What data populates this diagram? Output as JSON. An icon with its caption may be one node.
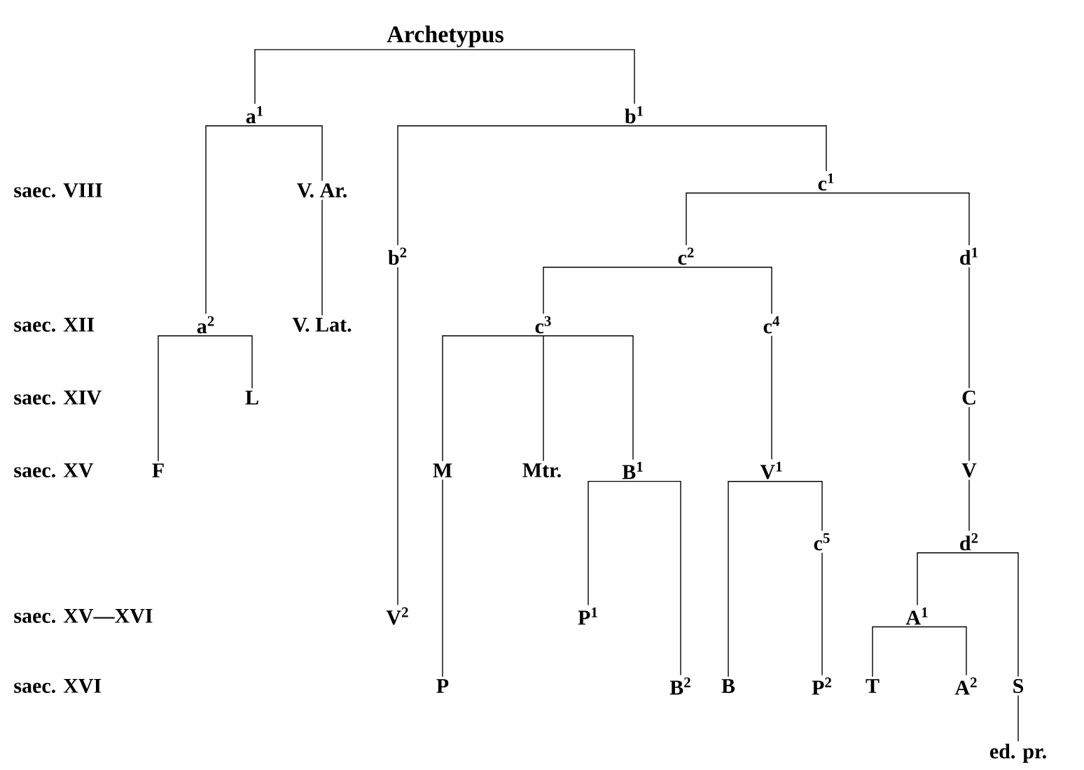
{
  "diagram": {
    "nodes": [
      {
        "text": [
          "Archetypus"
        ]
      },
      {
        "text": [
          "a$^{1}$"
        ]
      },
      {
        "text": [
          "b$^{1}$"
        ]
      },
      {
        "text": [
          "V. Ar."
        ]
      },
      {
        "text": [
          "c$^{1}$"
        ]
      },
      {
        "text": [
          "b$^{2}$"
        ]
      },
      {
        "text": [
          "c$^{2}$"
        ]
      },
      {
        "text": [
          "d$^{1}$"
        ]
      },
      {
        "text": [
          "a$^{2}$"
        ]
      },
      {
        "text": [
          "V. Lat."
        ]
      },
      {
        "text": [
          "c$^{3}$"
        ]
      },
      {
        "text": [
          "c$^{4}$"
        ]
      },
      {
        "text": [
          "L"
        ]
      },
      {
        "text": [
          "C"
        ]
      },
      {
        "text": [
          "F"
        ]
      },
      {
        "text": [
          "M"
        ]
      },
      {
        "text": [
          "Mtr."
        ]
      },
      {
        "text": [
          "B$^{1}$"
        ]
      },
      {
        "text": [
          "V$^{1}$"
        ]
      },
      {
        "text": [
          "V"
        ]
      },
      {
        "text": [
          "c$^{5}$"
        ]
      },
      {
        "text": [
          "d$^{2}$"
        ]
      },
      {
        "text": [
          "V$^{2}$"
        ]
      },
      {
        "text": [
          "P$^{1}$"
        ]
      },
      {
        "text": [
          "A$^{1}$"
        ]
      },
      {
        "text": [
          "P"
        ]
      },
      {
        "text": [
          "B$^{2}$"
        ]
      },
      {
        "text": [
          "B"
        ]
      },
      {
        "text": [
          "P$^{2}$"
        ]
      },
      {
        "text": [
          "T"
        ]
      },
      {
        "text": [
          "A$^{2}$"
        ]
      },
      {
        "text": [
          "S"
        ]
      },
      {
        "text": [
          "ed. pr."
        ]
      }
    ],
    "edges": [
      {
        "from": 0,
        "to": 1,
        "arrow": "none"
      },
      {
        "from": 0,
        "to": 2,
        "arrow": "none"
      },
      {
        "from": 1,
        "to": 8,
        "arrow": "none"
      },
      {
        "from": 1,
        "to": 3,
        "arrow": "none"
      },
      {
        "from": 2,
        "to": 5,
        "arrow": "none"
      },
      {
        "from": 2,
        "to": 4,
        "arrow": "none"
      },
      {
        "from": 3,
        "to": 9,
        "arrow": "none"
      },
      {
        "from": 4,
        "to": 6,
        "arrow": "none"
      },
      {
        "from": 4,
        "to": 7,
        "arrow": "none"
      },
      {
        "from": 5,
        "to": 22,
        "arrow": "none"
      },
      {
        "from": 6,
        "to": 10,
        "arrow": "none"
      },
      {
        "from": 6,
        "to": 11,
        "arrow": "none"
      },
      {
        "from": 7,
        "to": 13,
        "arrow": "none"
      },
      {
        "from": 8,
        "to": 14,
        "arrow": "none"
      },
      {
        "from": 8,
        "to": 12,
        "arrow": "none"
      },
      {
        "from": 10,
        "to": 15,
        "arrow": "none"
      },
      {
        "from": 10,
        "to": 16,
        "arrow": "none"
      },
      {
        "from": 10,
        "to": 17,
        "arrow": "none"
      },
      {
        "from": 11,
        "to": 18,
        "arrow": "none"
      },
      {
        "from": 13,
        "to": 19,
        "arrow": "none"
      },
      {
        "from": 15,
        "to": 25,
        "arrow": "none"
      },
      {
        "from": 17,
        "to": 23,
        "arrow": "none"
      },
      {
        "from": 17,
        "to": 26,
        "arrow": "none"
      },
      {
        "from": 18,
        "to": 27,
        "arrow": "none"
      },
      {
        "from": 18,
        "to": 20,
        "arrow": "none"
      },
      {
        "from": 19,
        "to": 21,
        "arrow": "none"
      },
      {
        "from": 20,
        "to": 28,
        "arrow": "none"
      },
      {
        "from": 21,
        "to": 24,
        "arrow": "none"
      },
      {
        "from": 21,
        "to": 31,
        "arrow": "none"
      },
      {
        "from": 24,
        "to": 29,
        "arrow": "none"
      },
      {
        "from": 24,
        "to": 30,
        "arrow": "none"
      },
      {
        "from": 31,
        "to": 32,
        "arrow": "none"
      }
    ],
    "labels": [
      "saec. VIII",
      "saec. XII",
      "saec. XIV",
      "saec. XV",
      "saec. XV—XVI",
      "saec. XVI"
    ]
  }
}
